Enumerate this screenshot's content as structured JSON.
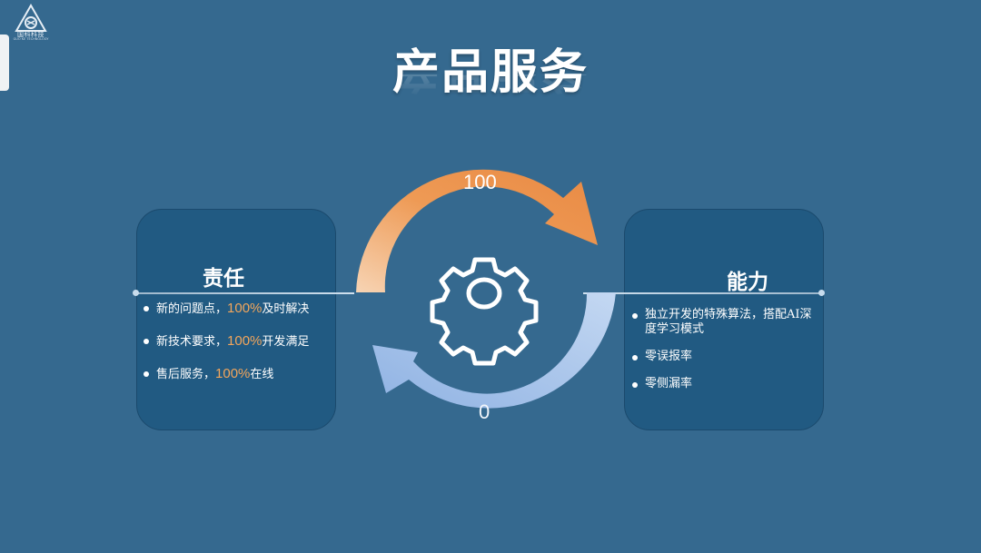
{
  "logo": {
    "name": "国科科技",
    "sub": "GUO KE TECHNOLOGY"
  },
  "title": "产品服务",
  "cycle": {
    "top_value": "100",
    "bottom_value": "0",
    "center_icon": "gear-icon"
  },
  "left_card": {
    "title": "责任",
    "items": [
      {
        "pre": "新的问题点，",
        "hl": "100%",
        "post": "及时解决"
      },
      {
        "pre": "新技术要求，",
        "hl": "100%",
        "post": "开发满足"
      },
      {
        "pre": "售后服务，",
        "hl": "100%",
        "post": "在线"
      }
    ]
  },
  "right_card": {
    "title": "能力",
    "items": [
      "独立开发的特殊算法，搭配AI深度学习模式",
      "零误报率",
      "零侧漏率"
    ]
  },
  "colors": {
    "background": "#35698f",
    "card": "#215a82",
    "accent_orange": "#f2a65c",
    "accent_blue": "#a8c6ea"
  }
}
